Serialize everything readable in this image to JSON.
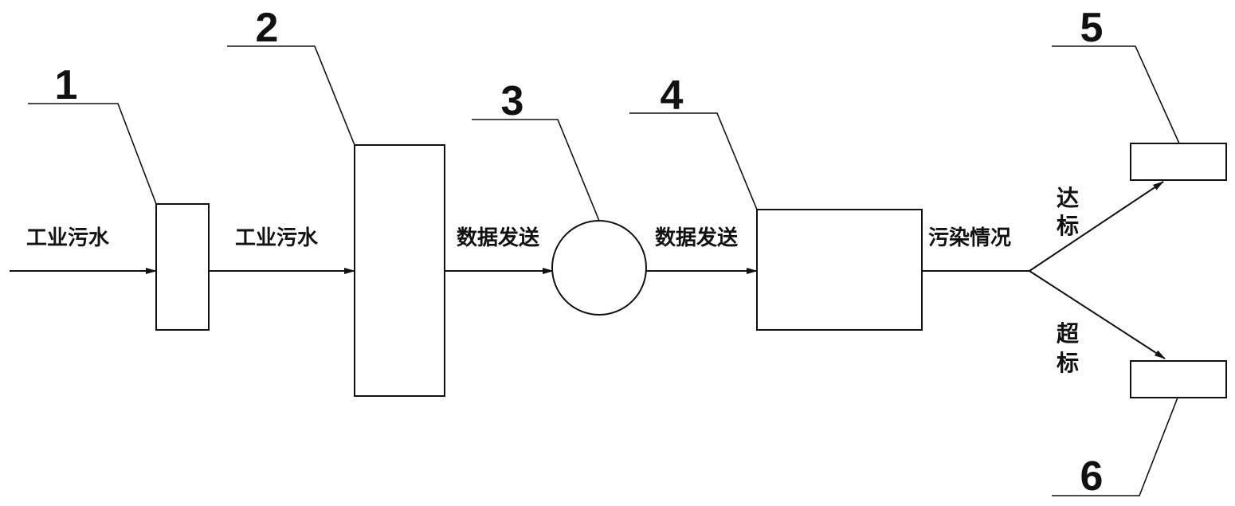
{
  "components": [
    {
      "id": "1",
      "label": "1"
    },
    {
      "id": "2",
      "label": "2"
    },
    {
      "id": "3",
      "label": "3"
    },
    {
      "id": "4",
      "label": "4"
    },
    {
      "id": "5",
      "label": "5"
    },
    {
      "id": "6",
      "label": "6"
    }
  ],
  "flow_labels": {
    "input": "工业污水",
    "c1_to_c2": "工业污水",
    "c2_to_c3": "数据发送",
    "c3_to_c4": "数据发送",
    "c4_out": "污染情况"
  },
  "branches": {
    "upper": {
      "char1": "达",
      "char2": "标"
    },
    "lower": {
      "char1": "超",
      "char2": "标"
    }
  },
  "colors": {
    "stroke": "#111111",
    "background": "#ffffff"
  }
}
